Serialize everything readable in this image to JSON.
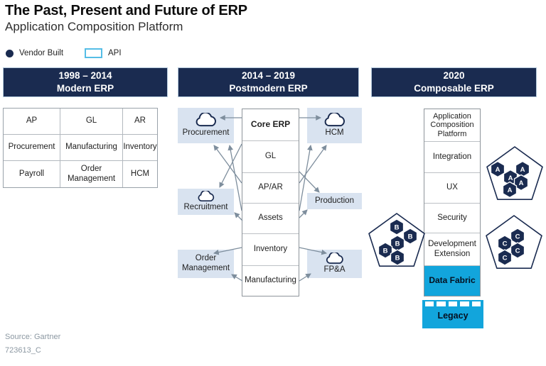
{
  "title": "The Past, Present and Future of ERP",
  "subtitle": "Application Composition Platform",
  "legend": {
    "vendor_built_label": "Vendor Built",
    "api_label": "API"
  },
  "columns": {
    "modern": {
      "period": "1998 – 2014",
      "name": "Modern ERP",
      "cells": [
        "AP",
        "GL",
        "AR",
        "Procurement",
        "Manufacturing",
        "Inventory",
        "Payroll",
        "Order Management",
        "HCM"
      ]
    },
    "postmodern": {
      "period": "2014 – 2019",
      "name": "Postmodern ERP",
      "core_stack": [
        "Core ERP",
        "GL",
        "AP/AR",
        "Assets",
        "Inventory",
        "Manufacturing"
      ],
      "satellites": {
        "procurement": "Procurement",
        "hcm": "HCM",
        "recruitment": "Recruitment",
        "production": "Production",
        "order_management": "Order Management",
        "fpa": "FP&A"
      }
    },
    "composable": {
      "period": "2020",
      "name": "Composable ERP",
      "stack": [
        "Application Composition Platform",
        "Integration",
        "UX",
        "Security",
        "Development Extension",
        "Data Fabric"
      ],
      "legacy_label": "Legacy",
      "pentagon_a_letter": "A",
      "pentagon_b_letter": "B",
      "pentagon_c_letter": "C"
    }
  },
  "footer": {
    "source": "Source: Gartner",
    "doc_id": "723613_C"
  },
  "colors": {
    "navy": "#1a2b50",
    "bright_blue": "#12a5dc",
    "light_blue": "#d9e3f0",
    "arrow_gray": "#7e8e9d"
  }
}
